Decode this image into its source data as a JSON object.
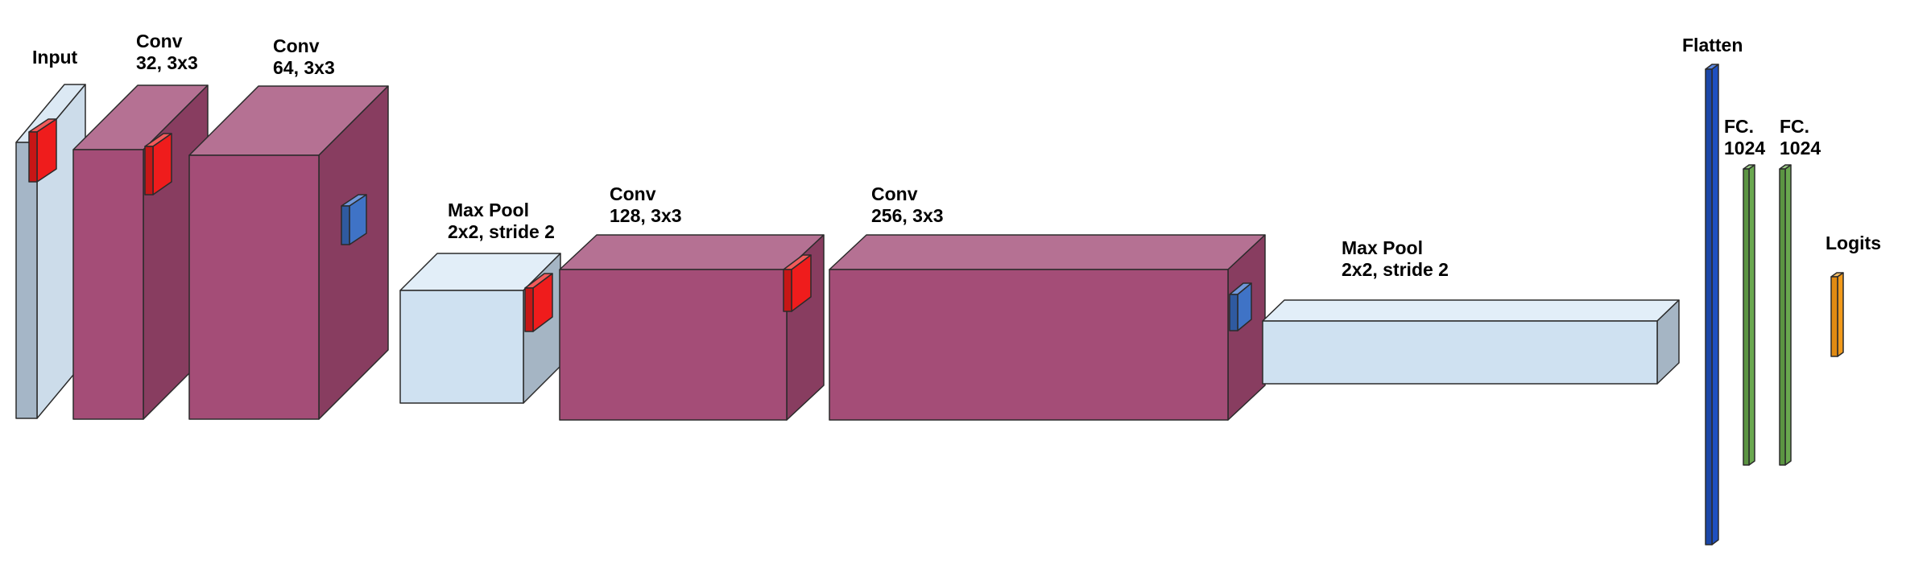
{
  "diagram": {
    "layers": {
      "input": {
        "line1": "Input"
      },
      "conv1": {
        "line1": "Conv",
        "line2": "32, 3x3"
      },
      "conv2": {
        "line1": "Conv",
        "line2": "64, 3x3"
      },
      "pool1": {
        "line1": "Max Pool",
        "line2": "2x2, stride 2"
      },
      "conv3": {
        "line1": "Conv",
        "line2": "128, 3x3"
      },
      "conv4": {
        "line1": "Conv",
        "line2": "256, 3x3"
      },
      "pool2": {
        "line1": "Max Pool",
        "line2": "2x2, stride 2"
      },
      "flatten": {
        "line1": "Flatten"
      },
      "fc1": {
        "line1": "FC.",
        "line2": "1024"
      },
      "fc2": {
        "line1": "FC.",
        "line2": "1024"
      },
      "logits": {
        "line1": "Logits"
      }
    },
    "colors": {
      "conv_front": "#a44d77",
      "conv_top": "#b57193",
      "conv_side": "#883d60",
      "input_front": "#a5b6c7",
      "input_top": "#dce9f4",
      "input_side": "#ccdcea",
      "pool_front": "#cfe1f1",
      "pool_top": "#e2eef8",
      "pool_side": "#a5b5c4",
      "kernel_red": "#ef1c1c",
      "kernel_blue": "#3f73c6",
      "flatten": "#1e50c0",
      "fc": "#6aa84f",
      "logits": "#f29a1a"
    }
  }
}
